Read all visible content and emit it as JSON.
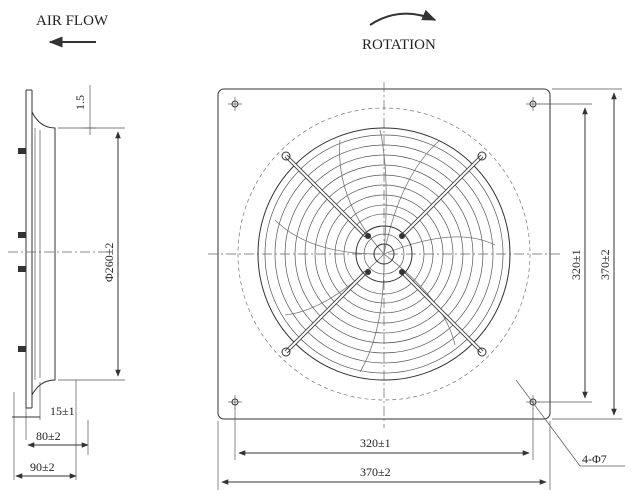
{
  "header": {
    "airflow_label": "AIR FLOW",
    "rotation_label": "ROTATION"
  },
  "side_view": {
    "flange_thickness": "1.5",
    "guard_diameter": "Φ260±2",
    "flange_to_blade": "15±1",
    "mount_depth": "80±2",
    "overall_depth": "90±2"
  },
  "front_view": {
    "hole_spacing_vertical": "320±1",
    "plate_height": "370±2",
    "hole_spacing_horizontal": "320±1",
    "plate_width": "370±2",
    "mount_holes": "4-Φ7"
  }
}
